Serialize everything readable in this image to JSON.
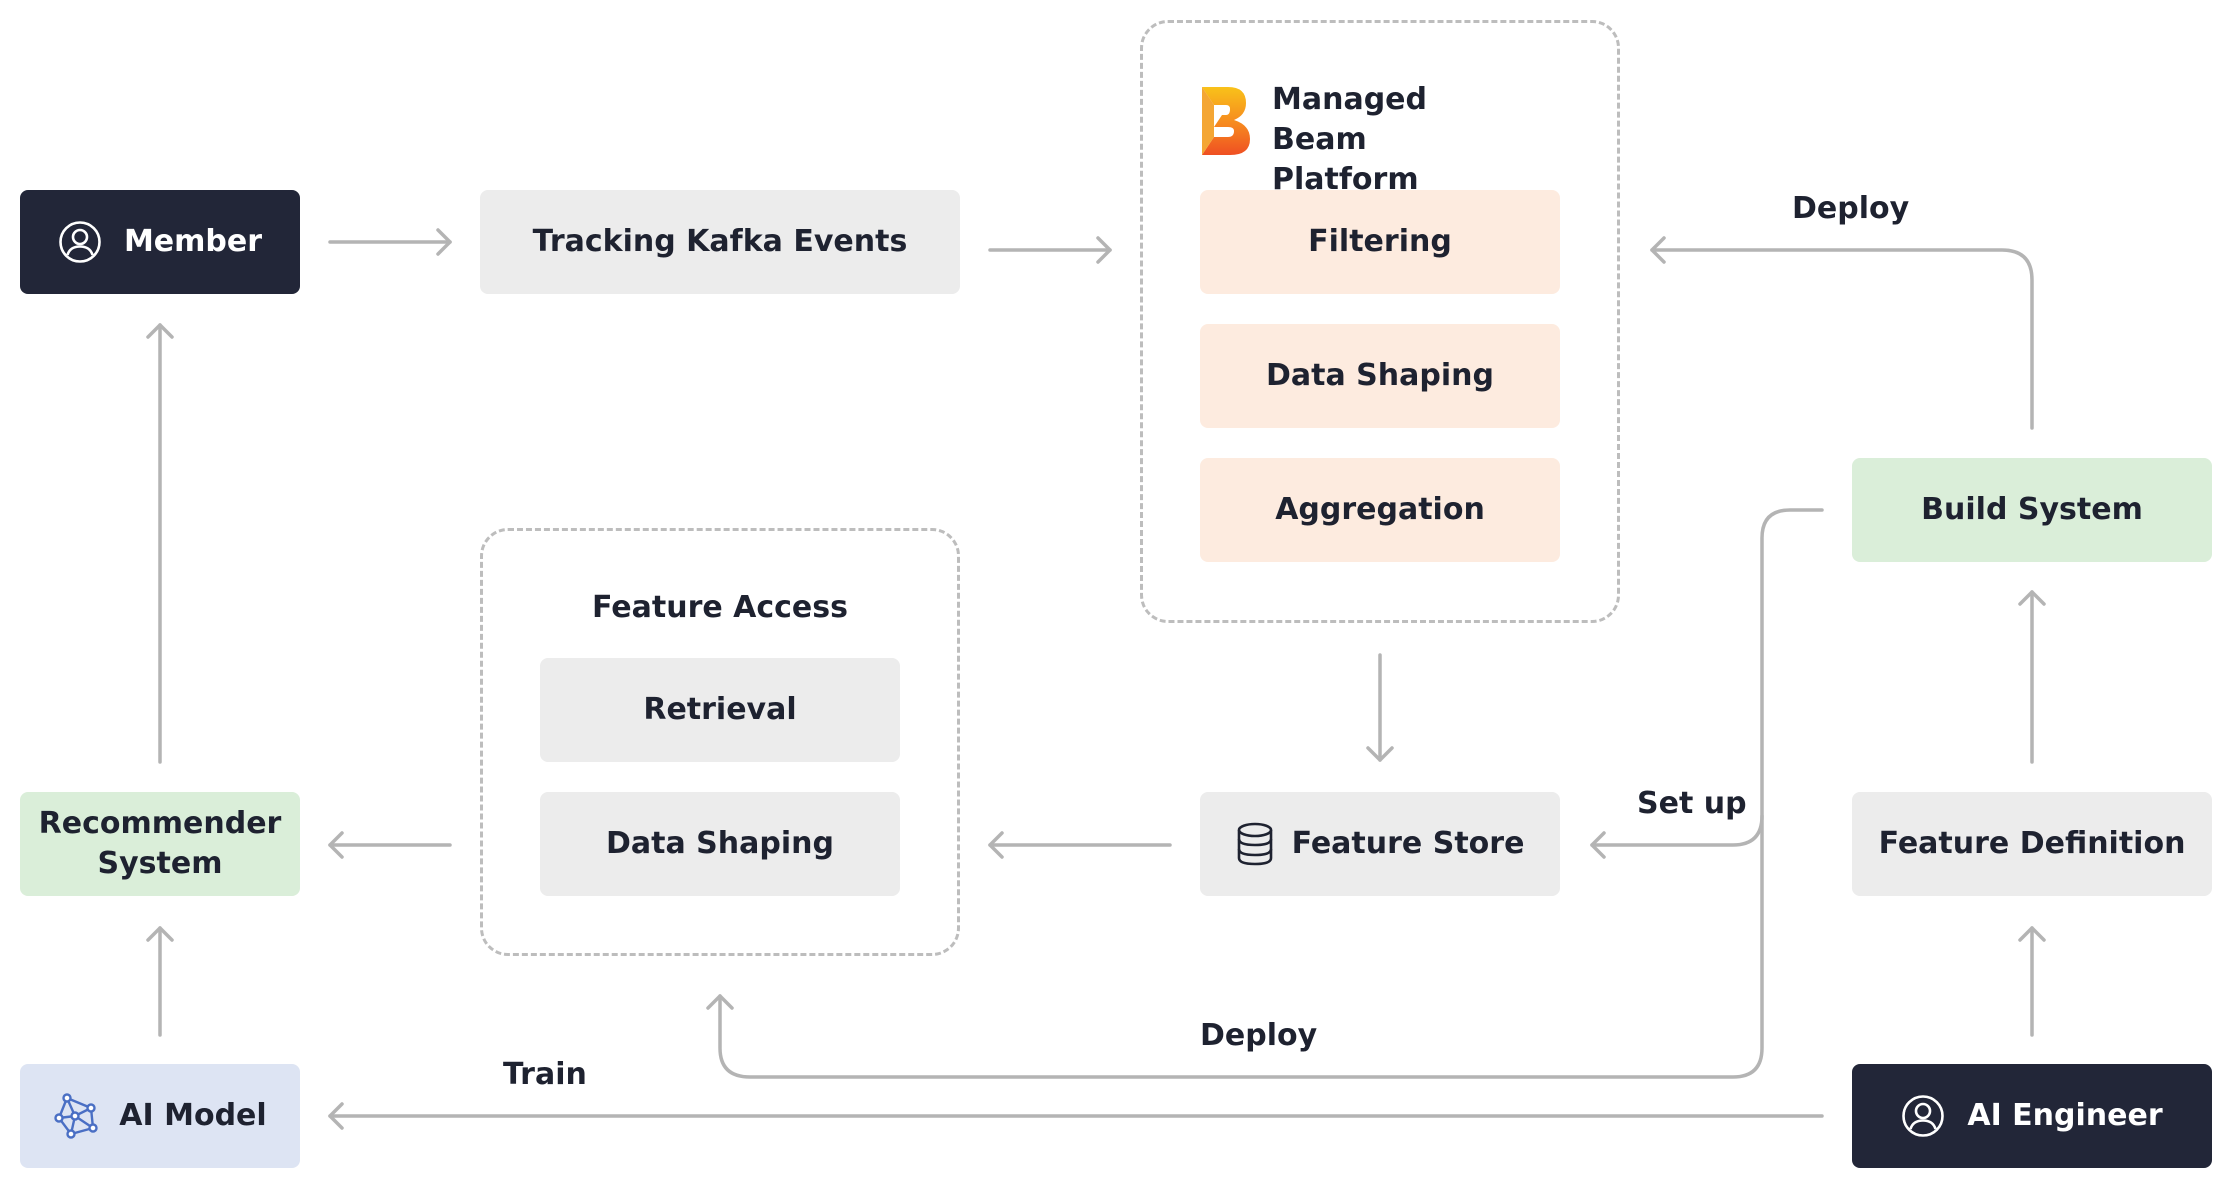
{
  "nodes": {
    "member": "Member",
    "tracking_kafka_events": "Tracking Kafka Events",
    "filtering": "Filtering",
    "beam_data_shaping": "Data Shaping",
    "aggregation": "Aggregation",
    "build_system": "Build System",
    "retrieval": "Retrieval",
    "access_data_shaping": "Data Shaping",
    "recommender_system": "Recommender System",
    "feature_store": "Feature Store",
    "feature_definition": "Feature Definition",
    "ai_model": "AI Model",
    "ai_engineer": "AI Engineer"
  },
  "groups": {
    "beam_platform_title": "Managed Beam Platform",
    "feature_access_title": "Feature Access"
  },
  "edge_labels": {
    "deploy_top": "Deploy",
    "set_up": "Set up",
    "deploy_bottom": "Deploy",
    "train": "Train"
  },
  "icons": {
    "member": "user-circle-icon",
    "ai_engineer": "user-circle-icon",
    "feature_store": "database-icon",
    "ai_model": "network-model-icon",
    "beam": "beam-logo"
  },
  "colors": {
    "dark_node": "#222638",
    "gray_node": "#ececec",
    "peach_node": "#fdebdf",
    "green_node": "#daeed9",
    "blue_node": "#dde4f3",
    "edge": "#b4b4b4",
    "model_icon": "#4a6fc4"
  }
}
